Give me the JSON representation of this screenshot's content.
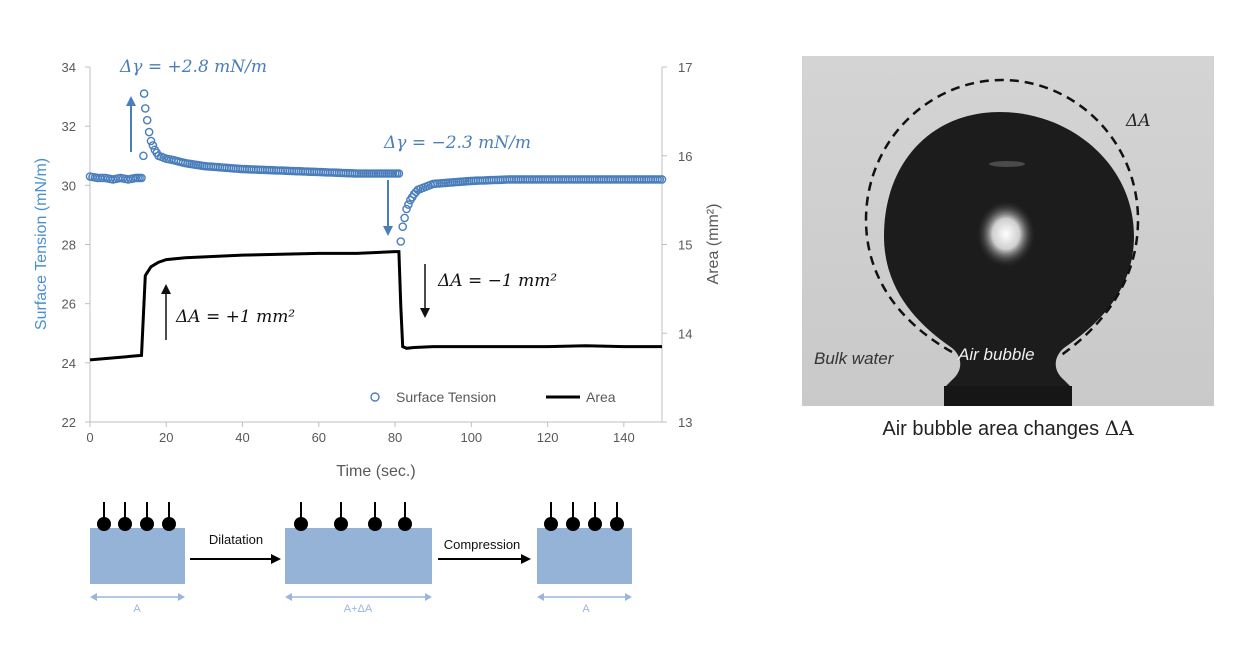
{
  "chart_data": {
    "type": "scatter",
    "xlabel": "Time (sec.)",
    "ylabel_left": "Surface Tension (mN/m)",
    "ylabel_right": "Area (mm²)",
    "xlim": [
      0,
      150
    ],
    "ylim_left": [
      22,
      34
    ],
    "ylim_right": [
      13,
      17
    ],
    "x_ticks": [
      "0",
      "20",
      "40",
      "60",
      "80",
      "100",
      "120",
      "140"
    ],
    "y_ticks_left": [
      "22",
      "24",
      "26",
      "28",
      "30",
      "32",
      "34"
    ],
    "y_ticks_right": [
      "13",
      "14",
      "15",
      "16",
      "17"
    ],
    "grid": false,
    "legend_position": "bottom-right",
    "series": [
      {
        "name": "Surface Tension",
        "kind": "markers",
        "axis": "left",
        "color": "#4a7ebb",
        "x": [
          0,
          2,
          4,
          6,
          8,
          10,
          12,
          13.5,
          14,
          14.2,
          14.5,
          15,
          15.5,
          16,
          17,
          18,
          20,
          22,
          25,
          30,
          40,
          50,
          60,
          70,
          75,
          80,
          81,
          81.5,
          82,
          82.5,
          83,
          84,
          85,
          86,
          88,
          90,
          95,
          100,
          110,
          120,
          130,
          140,
          150
        ],
        "y": [
          30.3,
          30.25,
          30.25,
          30.2,
          30.25,
          30.2,
          30.25,
          30.25,
          31.0,
          33.1,
          32.6,
          32.2,
          31.8,
          31.5,
          31.2,
          31.0,
          30.9,
          30.85,
          30.75,
          30.65,
          30.55,
          30.5,
          30.45,
          30.4,
          30.4,
          30.4,
          30.4,
          28.1,
          28.6,
          28.9,
          29.2,
          29.5,
          29.7,
          29.85,
          29.95,
          30.05,
          30.1,
          30.15,
          30.2,
          30.2,
          30.2,
          30.2,
          30.2
        ]
      },
      {
        "name": "Area",
        "kind": "line",
        "axis": "right",
        "color": "#000000",
        "x": [
          0,
          13.5,
          14,
          14.5,
          16,
          18,
          20,
          25,
          30,
          40,
          50,
          60,
          70,
          80,
          81,
          81.5,
          82,
          83,
          85,
          90,
          100,
          110,
          120,
          130,
          140,
          150
        ],
        "y": [
          13.7,
          13.75,
          14.2,
          14.65,
          14.75,
          14.8,
          14.83,
          14.85,
          14.86,
          14.88,
          14.89,
          14.9,
          14.9,
          14.92,
          14.92,
          14.3,
          13.85,
          13.83,
          13.84,
          13.85,
          13.85,
          13.85,
          13.85,
          13.86,
          13.85,
          13.85
        ]
      }
    ],
    "annotations": [
      {
        "text": "Δγ = +2.8 mN/m",
        "arrow": "up"
      },
      {
        "text": "Δγ = −2.3 mN/m",
        "arrow": "down"
      },
      {
        "text": "ΔA = +1 mm²",
        "arrow": "up"
      },
      {
        "text": "ΔA = −1 mm²",
        "arrow": "down"
      }
    ]
  },
  "photo": {
    "label_delta": "ΔA",
    "label_bulk": "Bulk water",
    "label_bubble": "Air bubble",
    "caption_main": "Air bubble area changes ",
    "caption_symbol": "ΔA"
  },
  "schematic": {
    "step1_label": "Dilatation",
    "step2_label": "Compression",
    "dim_left": "A",
    "dim_middle": "A+ΔA",
    "dim_right": "A"
  },
  "colors": {
    "accent_blue": "#4a7ebb",
    "dim_blue": "#9ab6dc",
    "block_blue": "#95b3d7"
  }
}
